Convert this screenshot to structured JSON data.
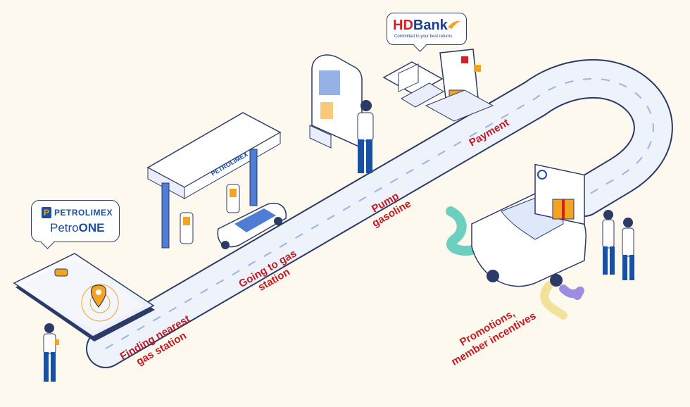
{
  "bubbles": {
    "petrolimex": {
      "brand": "PETROLIMEX",
      "logo_letter": "P",
      "app_prefix": "Petro",
      "app_suffix": "ONE"
    },
    "hdbank": {
      "brand_hd": "HD",
      "brand_rest": "Bank",
      "tagline": "Committed to your best returns"
    }
  },
  "steps": {
    "find": {
      "line1": "Finding nearest",
      "line2": "gas station"
    },
    "going": {
      "line1": "Going to gas",
      "line2": "station"
    },
    "pump": {
      "line1": "Pump",
      "line2": "gasoline"
    },
    "payment": {
      "line1": "Payment"
    },
    "promo": {
      "line1": "Promotions,",
      "line2": "member incentives"
    }
  },
  "canopy_brand": "PETROLIMEX",
  "colors": {
    "label_red": "#c21a22",
    "brand_blue": "#1b4fa0",
    "accent_orange": "#f3a521",
    "road": "#eef2fb",
    "outline": "#2b3a67"
  }
}
